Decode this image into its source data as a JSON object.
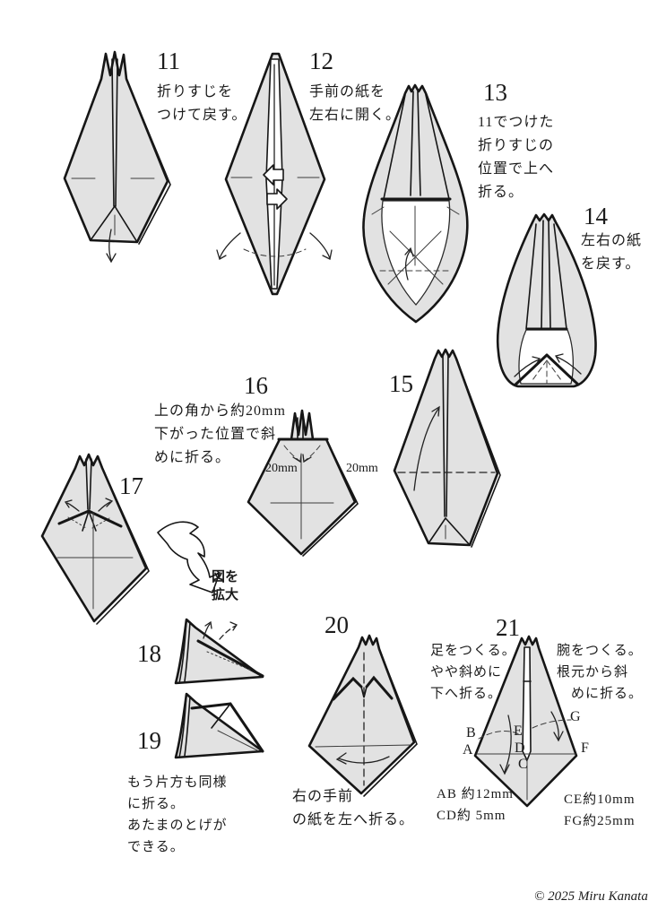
{
  "page": {
    "background": "#ffffff",
    "copyright": "© 2025 Miru Kanata"
  },
  "colors": {
    "paper_fill": "#e2e2e2",
    "line": "#161616"
  },
  "zoom_note": "図を\n拡大",
  "steps": {
    "s11": {
      "num": "11",
      "text": "折りすじを\nつけて戻す。"
    },
    "s12": {
      "num": "12",
      "text": "手前の紙を\n左右に開く。"
    },
    "s13": {
      "num": "13",
      "text": "11でつけた\n折りすじの\n位置で上へ\n折る。"
    },
    "s14": {
      "num": "14",
      "text": "左右の紙\nを戻す。"
    },
    "s15": {
      "num": "15"
    },
    "s16": {
      "num": "16",
      "text": "上の角から約20mm\n下がった位置で斜\nめに折る。",
      "mm_left": "20mm",
      "mm_right": "20mm"
    },
    "s17": {
      "num": "17"
    },
    "s18": {
      "num": "18"
    },
    "s19": {
      "num": "19",
      "text": "もう片方も同様\nに折る。\nあたまのとげが\nできる。"
    },
    "s20": {
      "num": "20",
      "text": "右の手前\nの紙を左へ折る。"
    },
    "s21": {
      "num": "21",
      "text_left": "足をつくる。\nやや斜めに\n下へ折る。",
      "text_right": "腕をつくる。\n根元から斜\n　めに折る。",
      "points": {
        "A": "A",
        "B": "B",
        "C": "C",
        "D": "D",
        "E": "E",
        "F": "F",
        "G": "G"
      },
      "measure_left": "AB 約12mm\nCD約 5mm",
      "measure_right": "CE約10mm\nFG約25mm"
    }
  }
}
